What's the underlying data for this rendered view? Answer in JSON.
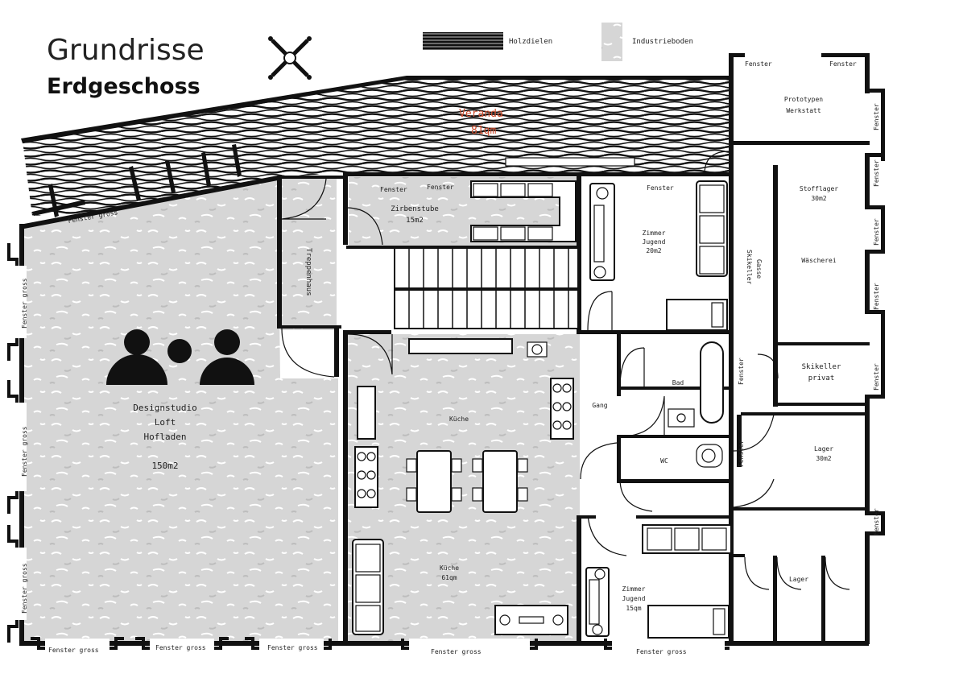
{
  "title": "Grundrisse",
  "subtitle": "Erdgeschoss",
  "legend": {
    "wood": "Holzdielen",
    "industrial": "Industrieboden"
  },
  "veranda": {
    "name": "Veranda",
    "area": "81qm"
  },
  "rooms": {
    "loft": {
      "l1": "Designstudio",
      "l2": "Loft",
      "l3": "Hofladen",
      "area": "150m2"
    },
    "zirbenstube": {
      "name": "Zirbenstube",
      "area": "15m2"
    },
    "treppenhaus": "Treppenhaus",
    "kueche_top": "Küche",
    "kueche_bottom": {
      "name": "Küche",
      "area": "61qm"
    },
    "zimmer_top": {
      "l1": "Zimmer",
      "l2": "Jugend",
      "area": "20m2"
    },
    "zimmer_bottom": {
      "l1": "Zimmer",
      "l2": "Jugend",
      "area": "15qm"
    },
    "prototypen": {
      "l1": "Prototypen",
      "l2": "Werkstatt"
    },
    "stofflager": {
      "name": "Stofflager",
      "area": "30m2"
    },
    "waescherei": "Wäscherei",
    "skikeller_gasse": {
      "l1": "Skikeller",
      "l2": "Gasse"
    },
    "skikeller_privat": {
      "l1": "Skikeller",
      "l2": "privat"
    },
    "bad": "Bad",
    "gang": "Gang",
    "wc": "WC",
    "lager_big": {
      "name": "Lager",
      "area": "30m2"
    },
    "lager_small": "Lager"
  },
  "windows": {
    "fenster": "Fenster",
    "fenster_gross": "Fenster gross"
  },
  "colors": {
    "wall": "#111111",
    "floor_industrial": "#d4d4d4",
    "floor_wood": "#222222",
    "veranda_text": "#cc4b2c"
  },
  "icons": [
    "compass-icon",
    "people-icon"
  ]
}
